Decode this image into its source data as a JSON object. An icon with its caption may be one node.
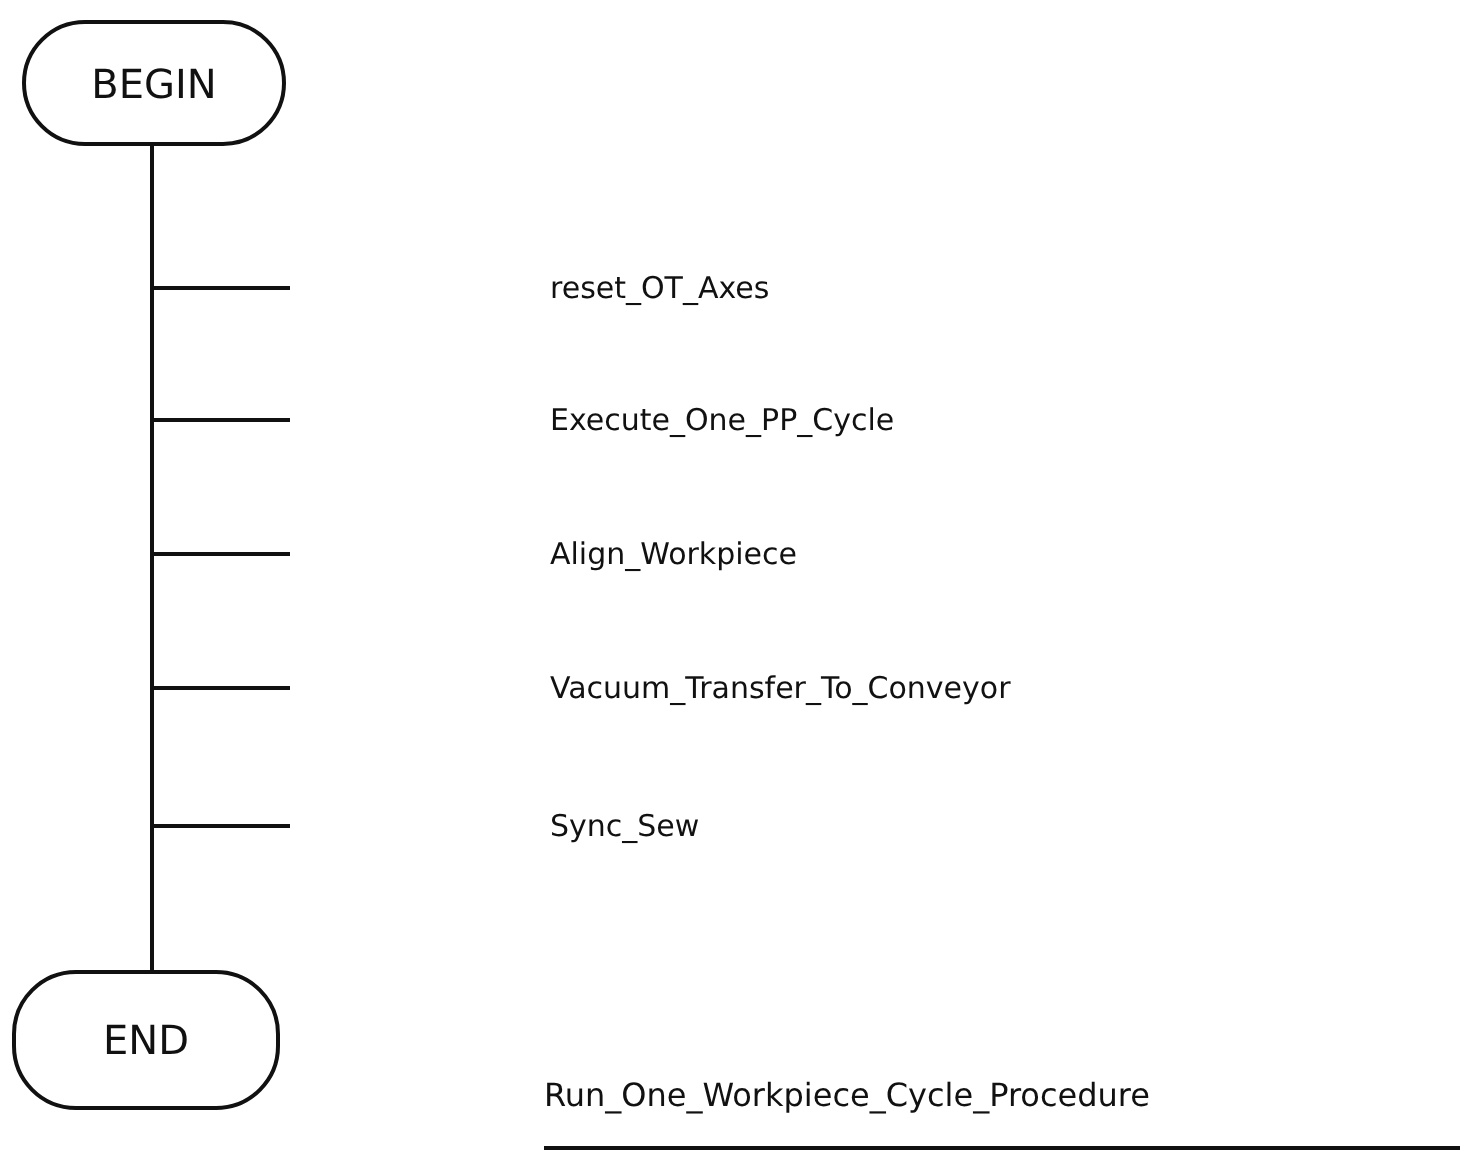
{
  "diagram": {
    "caption": "Run_One_Workpiece_Cycle_Procedure",
    "nodes": [
      {
        "text": [
          "BEGIN"
        ]
      },
      {
        "text": [
          "END"
        ]
      }
    ],
    "edges": [
      {
        "from": 0,
        "to": 1,
        "arrow": "none"
      }
    ],
    "labels": [
      "reset_OT_Axes",
      "Execute_One_PP_Cycle",
      "Align_Workpiece",
      "Vacuum_Transfer_To_Conveyor",
      "Sync_Sew"
    ]
  }
}
